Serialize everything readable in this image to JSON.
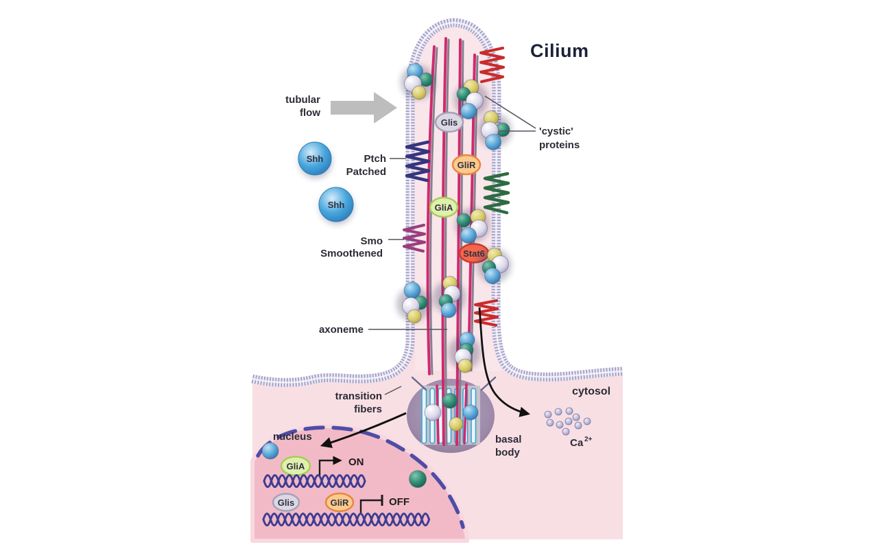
{
  "figure": {
    "title": "Cilium"
  },
  "labels": {
    "tubular_flow": {
      "line1": "tubular",
      "line2": "flow"
    },
    "ptch": {
      "line1": "Ptch",
      "line2": "Patched"
    },
    "smo": {
      "line1": "Smo",
      "line2": "Smoothened"
    },
    "axoneme": "axoneme",
    "cystic": {
      "line1": "'cystic'",
      "line2": "proteins"
    },
    "transition": {
      "line1": "transition",
      "line2": "fibers"
    },
    "basal": {
      "line1": "basal",
      "line2": "body"
    },
    "cytosol": "cytosol",
    "ca": {
      "base": "Ca",
      "sup": "2+"
    },
    "nucleus": "nucleus",
    "gene_on": "ON",
    "gene_off": "OFF"
  },
  "molecules": {
    "shh": "Shh",
    "glis": "Glis",
    "glir": "GliR",
    "glia": "GliA",
    "stat6": "Stat6"
  },
  "colors": {
    "cytosol_fill": "#f8dfe4",
    "cilium_interior": "#f9e6ea",
    "nucleus_fill": "#f2bac7",
    "nuclear_envelope": "#4d4da6",
    "membrane": "#9b97c0",
    "microtubule": "#cf2a6e",
    "ptch_coil": "#35357e",
    "smo_coil": "#9a3d7d",
    "cystic_green": "#2d6b40",
    "cystic_red": "#c92b2b",
    "glis_fill": "#dbd8e4",
    "glir_fill": "#fbca8e",
    "glia_fill": "#dff0ae",
    "stat6_fill": "#f4674d",
    "dna": "#3d3d92",
    "flow_arrow": "#bdbdbd",
    "sphere_blue": "#5aa8d8",
    "sphere_green": "#2e8b74",
    "sphere_white": "#dcd9ea",
    "sphere_yellow": "#d9ce6a",
    "calcium_ion": "#b9b5d6",
    "basal_body": "#96819f"
  }
}
